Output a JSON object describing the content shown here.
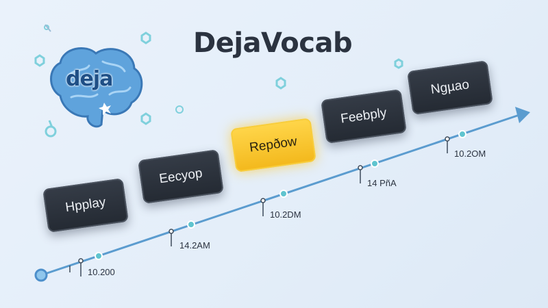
{
  "app": {
    "title": "DejaVocab",
    "logo_text": "deja"
  },
  "timeline": {
    "cards": [
      {
        "label": "Hpplay",
        "active": false
      },
      {
        "label": "Eecyop",
        "active": false
      },
      {
        "label": "Repðow",
        "active": true
      },
      {
        "label": "Feebply",
        "active": false
      },
      {
        "label": "Ngµao",
        "active": false
      }
    ],
    "timestamps": [
      "10.200",
      "14.2AM",
      "10.2DM",
      "14 PñA",
      "10.2OM"
    ]
  },
  "colors": {
    "accent": "#f6c22a",
    "line": "#5b9ccf",
    "card": "#2a3039",
    "node": "#5fc4cf"
  }
}
